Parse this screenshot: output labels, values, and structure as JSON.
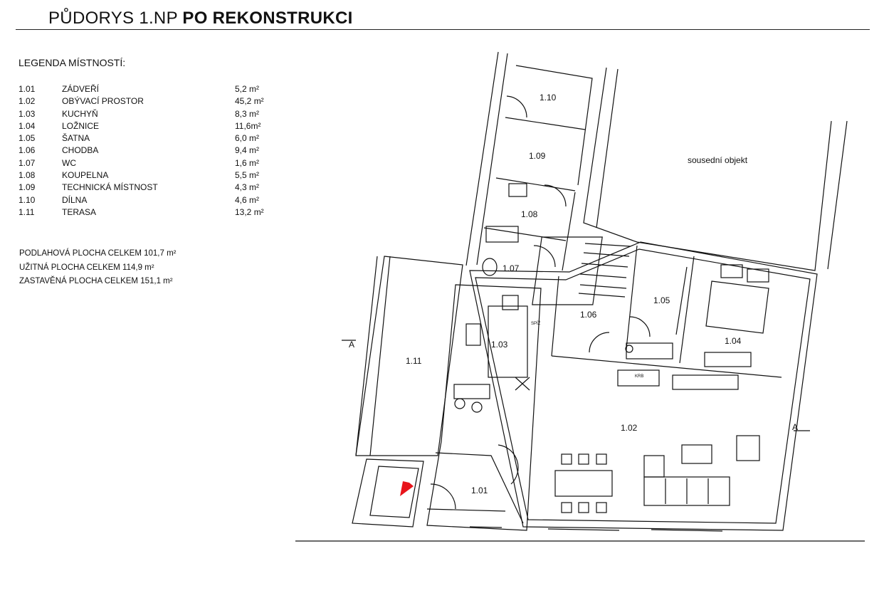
{
  "title": {
    "prefix": "PŮDORYS 1.NP",
    "emphasis": "PO REKONSTRUKCI"
  },
  "legend": {
    "heading": "LEGENDA MÍSTNOSTÍ:",
    "rooms": [
      {
        "code": "1.01",
        "name": "ZÁDVEŘÍ",
        "area": "5,2 m²"
      },
      {
        "code": "1.02",
        "name": "OBÝVACÍ PROSTOR",
        "area": "45,2 m²"
      },
      {
        "code": "1.03",
        "name": "KUCHYŇ",
        "area": "8,3 m²"
      },
      {
        "code": "1.04",
        "name": "LOŽNICE",
        "area": "11,6m²"
      },
      {
        "code": "1.05",
        "name": "ŠATNA",
        "area": "6,0 m²"
      },
      {
        "code": "1.06",
        "name": "CHODBA",
        "area": "9,4 m²"
      },
      {
        "code": "1.07",
        "name": "WC",
        "area": "1,6 m²"
      },
      {
        "code": "1.08",
        "name": "KOUPELNA",
        "area": "5,5 m²"
      },
      {
        "code": "1.09",
        "name": "TECHNICKÁ MÍSTNOST",
        "area": "4,3 m²"
      },
      {
        "code": "1.10",
        "name": "DÍLNA",
        "area": "4,6 m²"
      },
      {
        "code": "1.11",
        "name": "TERASA",
        "area": "13,2 m²"
      }
    ]
  },
  "totals": [
    "PODLAHOVÁ PLOCHA CELKEM 101,7 m²",
    "UŽITNÁ PLOCHA CELKEM 114,9 m²",
    "ZASTAVĚNÁ PLOCHA CELKEM  151,1 m²"
  ],
  "plan": {
    "room_labels": [
      "1.01",
      "1.02",
      "1.03",
      "1.04",
      "1.05",
      "1.06",
      "1.07",
      "1.08",
      "1.09",
      "1.10",
      "1.11"
    ],
    "neighbor_label": "sousední objekt",
    "pantry_label": "SPÍŽ",
    "fireplace_label": "KRB",
    "section_marker": "A",
    "entrance_color": "#e8141b"
  }
}
